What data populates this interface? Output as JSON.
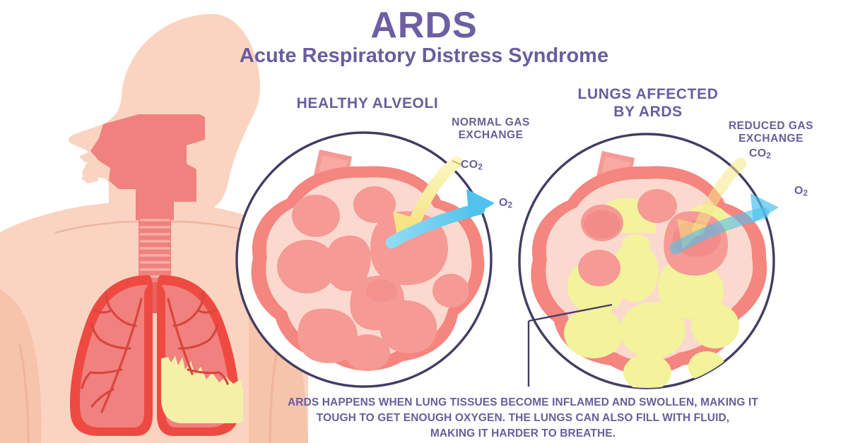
{
  "title": {
    "main": "ARDS",
    "subtitle": "Acute Respiratory Distress Syndrome"
  },
  "panels": {
    "healthy": {
      "heading": "HEALTHY ALVEOLI",
      "exchange_label": "NORMAL GAS\nEXCHANGE",
      "co2_label": "CO",
      "co2_sub": "2",
      "o2_label": "O",
      "o2_sub": "2"
    },
    "affected": {
      "heading": "LUNGS AFFECTED\nBY ARDS",
      "exchange_label": "REDUCED GAS\nEXCHANGE",
      "co2_label": "CO",
      "co2_sub": "2",
      "o2_label": "O",
      "o2_sub": "2"
    }
  },
  "caption": "ARDS HAPPENS WHEN LUNG TISSUES BECOME INFLAMED AND SWOLLEN, MAKING IT\nTOUGH TO GET ENOUGH OXYGEN. THE LUNGS CAN ALSO FILL WITH FLUID,\nMAKING IT HARDER TO BREATHE.",
  "colors": {
    "title_purple": "#6d5fa3",
    "text_purple": "#6a5d9c",
    "circle_outline": "#443c63",
    "skin": "#fad4c0",
    "skin_shadow": "#f6c3ab",
    "airway_pink": "#f0817e",
    "lung_outline": "#ef4a42",
    "lung_fill": "#f0817e",
    "bronchi_dark": "#d9453f",
    "fluid_yellow": "#f5f0a8",
    "alveoli_outer": "#f4857f",
    "alveoli_septa": "#fbd9cf",
    "alveoli_sac": "#f59a94",
    "arrow_co2": "#f7e98a",
    "arrow_o2": "#5ec8ef",
    "background": "#ffffff"
  }
}
